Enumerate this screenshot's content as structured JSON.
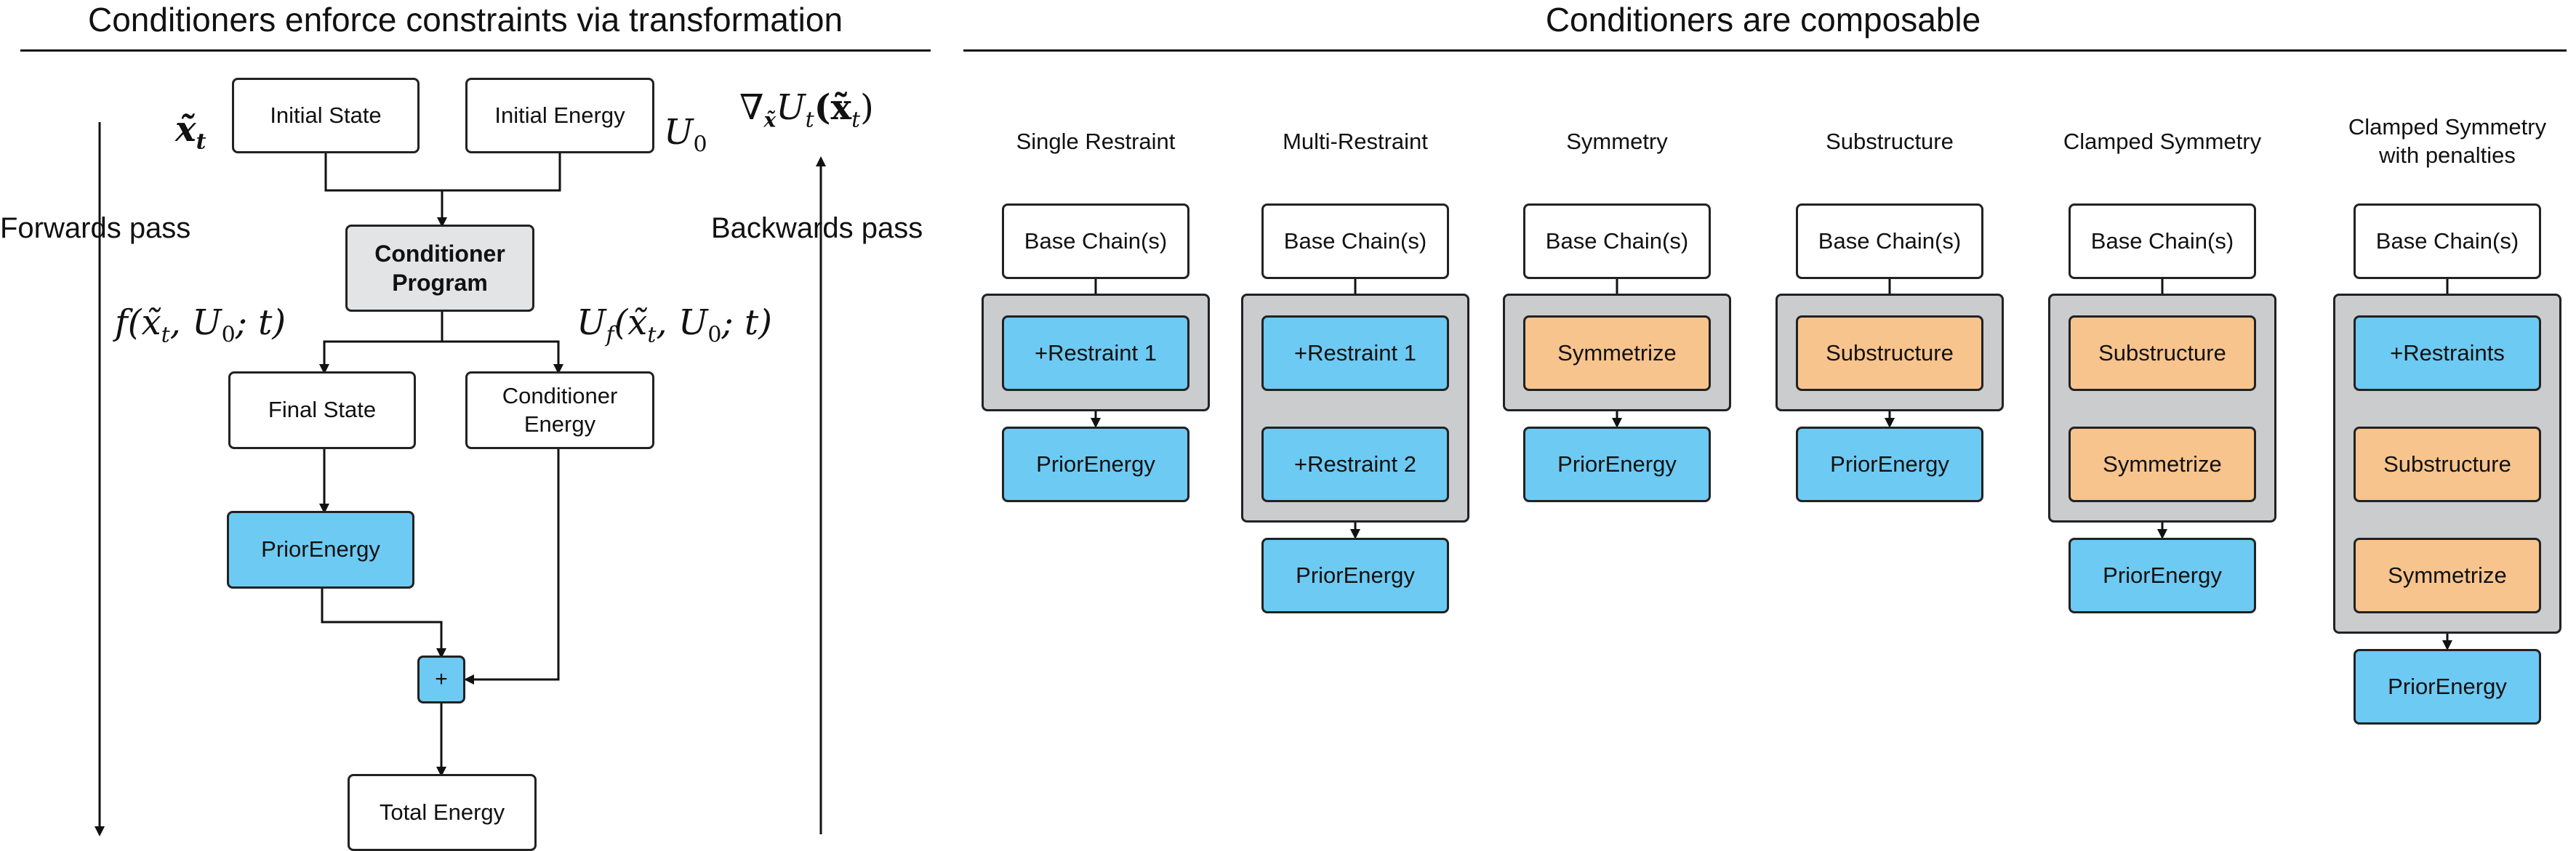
{
  "left_panel": {
    "title": "Conditioners enforce constraints via transformation",
    "forwards_label": "Forwards pass",
    "backwards_label": "Backwards pass",
    "math": {
      "x_t": "x̃",
      "x_t_sub": "t",
      "u0": "U",
      "u0_sub": "0",
      "grad_nabla": "∇",
      "grad_sub": "x̃",
      "grad_rest": "U",
      "grad_rest_sub": "t",
      "grad_arg": "(x̃",
      "grad_arg_sub": "t",
      "grad_close": ")",
      "f_expr_a": "f(x̃",
      "f_expr_sub1": "t",
      "f_expr_b": ", U",
      "f_expr_sub2": "0",
      "f_expr_c": "; t)",
      "uf_a": "U",
      "uf_sub_f": "f",
      "uf_b": "(x̃",
      "uf_sub1": "t",
      "uf_c": ", U",
      "uf_sub2": "0",
      "uf_d": "; t)"
    },
    "nodes": {
      "initial_state": "Initial State",
      "initial_energy": "Initial Energy",
      "conditioner_program": "Conditioner Program",
      "final_state": "Final State",
      "conditioner_energy": "Conditioner Energy",
      "prior_energy": "PriorEnergy",
      "plus": "+",
      "total_energy": "Total Energy"
    },
    "colors": {
      "grey": "#e3e4e6",
      "blue": "#6dcaf2"
    }
  },
  "right_panel": {
    "title": "Conditioners are composable",
    "columns": [
      {
        "title": "Single Restraint",
        "base": "Base Chain(s)",
        "steps": [
          "+Restraint 1"
        ],
        "prior": "PriorEnergy"
      },
      {
        "title": "Multi-Restraint",
        "base": "Base Chain(s)",
        "steps": [
          "+Restraint 1",
          "+Restraint 2"
        ],
        "prior": "PriorEnergy"
      },
      {
        "title": "Symmetry",
        "base": "Base Chain(s)",
        "steps": [
          "Symmetrize"
        ],
        "prior": "PriorEnergy"
      },
      {
        "title": "Substructure",
        "base": "Base Chain(s)",
        "steps": [
          "Substructure"
        ],
        "prior": "PriorEnergy"
      },
      {
        "title": "Clamped Symmetry",
        "base": "Base Chain(s)",
        "steps": [
          "Substructure",
          "Symmetrize"
        ],
        "prior": "PriorEnergy"
      },
      {
        "title": "Clamped Symmetry with penalties",
        "base": "Base Chain(s)",
        "steps": [
          "+Restraints",
          "Substructure",
          "Symmetrize"
        ],
        "prior": "PriorEnergy"
      }
    ],
    "colors": {
      "blue": "#6dcaf2",
      "orange": "#f8c48d",
      "group": "#cbccce"
    }
  }
}
